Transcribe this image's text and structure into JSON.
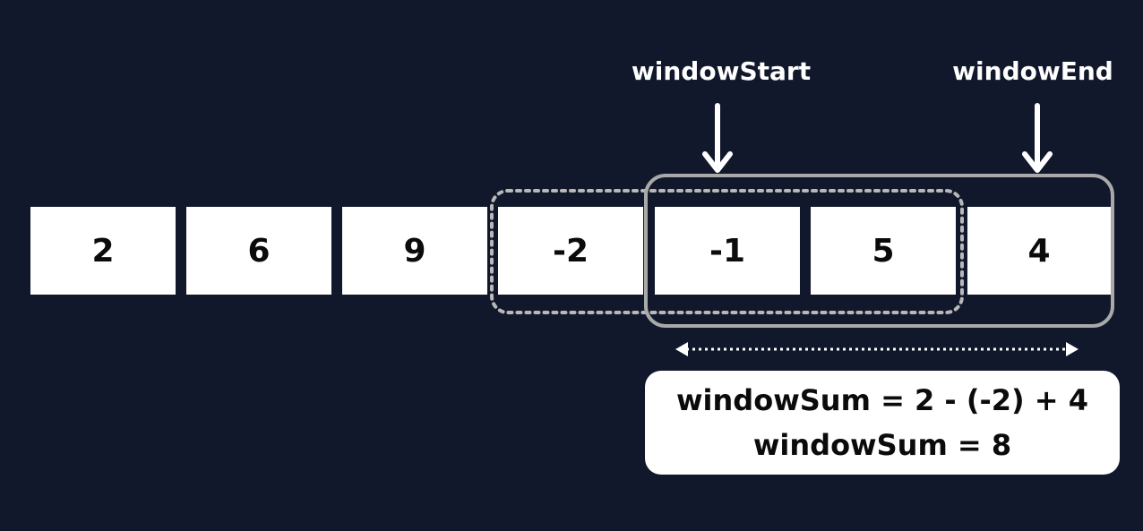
{
  "pointers": {
    "start_label": "windowStart",
    "end_label": "windowEnd"
  },
  "array": [
    "2",
    "6",
    "9",
    "-2",
    "-1",
    "5",
    "4"
  ],
  "window_sum": {
    "line1": "windowSum = 2 - (-2) + 4",
    "line2": "windowSum = 8"
  },
  "colors": {
    "background": "#11182b",
    "cell": "#ffffff",
    "outline": "#b8b8b8"
  }
}
